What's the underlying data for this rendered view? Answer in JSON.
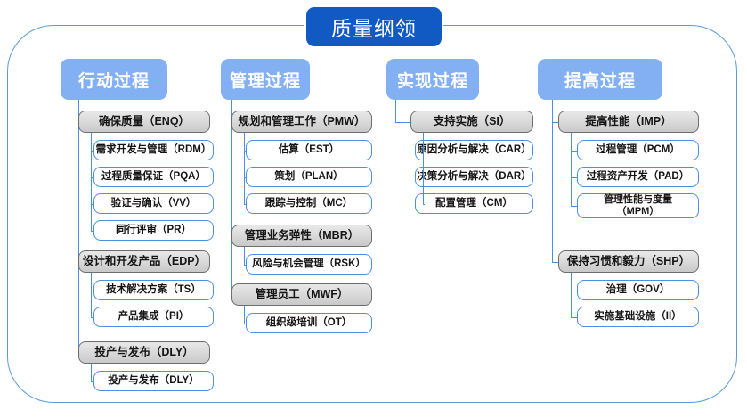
{
  "title": "质量纲领",
  "colors": {
    "title_bg": "#1159c3",
    "column_header_bg": "#83b0f2",
    "group_border": "#6d6d6d",
    "leaf_border": "#4a90e2",
    "frame_border": "#5b9bdd",
    "connector": "#4a90e2"
  },
  "columns": [
    {
      "header": "行动过程",
      "groups": [
        {
          "label": "确保质量（ENQ）",
          "children": [
            "需求开发与管理（RDM）",
            "过程质量保证（PQA）",
            "验证与确认（VV）",
            "同行评审（PR）"
          ]
        },
        {
          "label": "设计和开发产品（EDP）",
          "children": [
            "技术解决方案（TS）",
            "产品集成（PI）"
          ]
        },
        {
          "label": "投产与发布（DLY）",
          "children": [
            "投产与发布（DLY）"
          ]
        }
      ]
    },
    {
      "header": "管理过程",
      "groups": [
        {
          "label": "规划和管理工作（PMW）",
          "children": [
            "估算（EST）",
            "策划（PLAN）",
            "跟踪与控制（MC）"
          ]
        },
        {
          "label": "管理业务弹性（MBR）",
          "children": [
            "风险与机会管理（RSK）"
          ]
        },
        {
          "label": "管理员工（MWF）",
          "children": [
            "组织级培训（OT）"
          ]
        }
      ]
    },
    {
      "header": "实现过程",
      "groups": [
        {
          "label": "支持实施（SI）",
          "children": [
            "原因分析与解决（CAR）",
            "决策分析与解决（DAR）",
            "配置管理（CM）"
          ]
        }
      ]
    },
    {
      "header": "提高过程",
      "groups": [
        {
          "label": "提高性能（IMP）",
          "children": [
            "过程管理（PCM）",
            "过程资产开发（PAD）",
            "管理性能与度量\n（MPM）"
          ]
        },
        {
          "label": "保持习惯和毅力（SHP）",
          "children": [
            "治理（GOV）",
            "实施基础设施（II）"
          ]
        }
      ]
    }
  ]
}
